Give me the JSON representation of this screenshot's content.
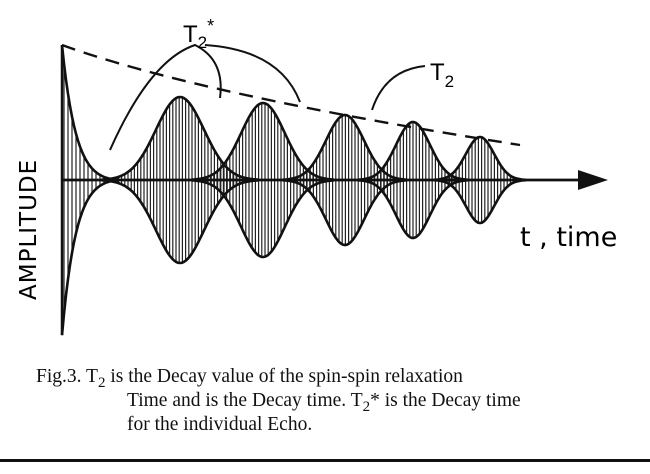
{
  "diagram": {
    "y_axis_label": "AMPLITUDE",
    "x_axis_label": "t , time",
    "t2_label": "T",
    "t2_sub": "2",
    "t2star_label": "T",
    "t2star_sub": "2",
    "t2star_sup": "*",
    "echo_count": 5
  },
  "caption": {
    "fig": "Fig.3.",
    "t": "T",
    "sub": "2",
    "line1_rest": "is the Decay value of the spin-spin relaxation",
    "line2_a": "Time and is the Decay time.",
    "t2": "T",
    "sub2": "2",
    "line2_b": "* is the Decay time",
    "line3": "for the individual Echo."
  }
}
